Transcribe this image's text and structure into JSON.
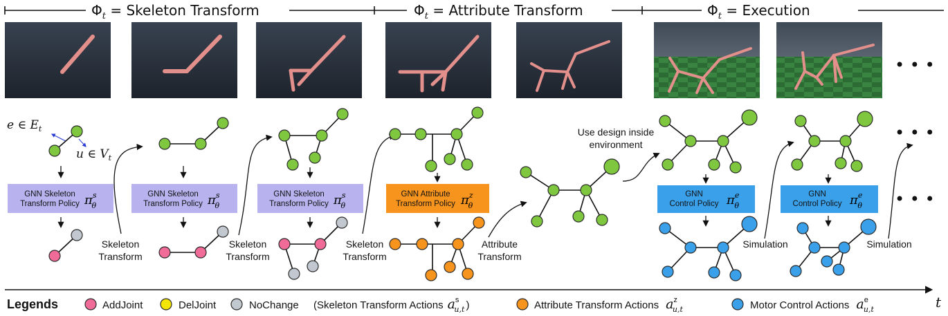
{
  "phases": [
    {
      "name": "Skeleton Transform"
    },
    {
      "name": "Attribute Transform"
    },
    {
      "name": "Execution"
    }
  ],
  "phase_prefix": "Φ",
  "phase_sub": "t",
  "notation": {
    "edge": "e ∈ E",
    "node": "u ∈ V",
    "sub": "t"
  },
  "policies": [
    {
      "line1": "GNN Skeleton",
      "line2": "Transform Policy",
      "symbol": "π",
      "sup": "s",
      "sub": "θ"
    },
    {
      "line1": "GNN Skeleton",
      "line2": "Transform Policy",
      "symbol": "π",
      "sup": "s",
      "sub": "θ"
    },
    {
      "line1": "GNN Skeleton",
      "line2": "Transform Policy",
      "symbol": "π",
      "sup": "s",
      "sub": "θ"
    },
    {
      "line1": "GNN Attribute",
      "line2": "Transform Policy",
      "symbol": "π",
      "sup": "z",
      "sub": "θ"
    },
    {
      "line1": "GNN",
      "line2": "Control Policy",
      "symbol": "π",
      "sup": "e",
      "sub": "θ"
    },
    {
      "line1": "GNN",
      "line2": "Control Policy",
      "symbol": "π",
      "sup": "e",
      "sub": "θ"
    }
  ],
  "transitions": [
    {
      "line1": "Skeleton",
      "line2": "Transform"
    },
    {
      "line1": "Skeleton",
      "line2": "Transform"
    },
    {
      "line1": "Skeleton",
      "line2": "Transform"
    },
    {
      "line1": "Attribute",
      "line2": "Transform"
    },
    {
      "line1": "Use design inside",
      "line2": "environment"
    },
    {
      "line1": "Simulation",
      "line2": ""
    },
    {
      "line1": "Simulation",
      "line2": ""
    }
  ],
  "ellipsis": "• • •",
  "time_label": "t",
  "legend": {
    "title": "Legends",
    "items": [
      {
        "label": "AddJoint",
        "color": "#f06b98"
      },
      {
        "label": "DelJoint",
        "color": "#f5e600"
      },
      {
        "label": "NoChange",
        "color": "#c2c8cf"
      },
      {
        "label": "(Skeleton Transform Actions",
        "math": "a",
        "sup": "s",
        "sub": "u,t",
        "close": ")"
      },
      {
        "label": "Attribute Transform Actions",
        "color": "#f7941d",
        "math": "a",
        "sup": "z",
        "sub": "u,t"
      },
      {
        "label": "Motor Control Actions",
        "color": "#3aa0ea",
        "math": "a",
        "sup": "e",
        "sub": "u,t"
      }
    ]
  },
  "colors": {
    "green": "#7ec73f",
    "pink": "#f06b98",
    "gray": "#c2c8cf",
    "orange": "#f7941d",
    "blue": "#3aa0ea",
    "purple_box": "#b8b2ee",
    "orange_box": "#f7941d",
    "blue_box": "#3aa0ea",
    "render_dark": "#2c3440",
    "render_floor": "#2d6a32",
    "link_pink": "#e38f8b"
  }
}
